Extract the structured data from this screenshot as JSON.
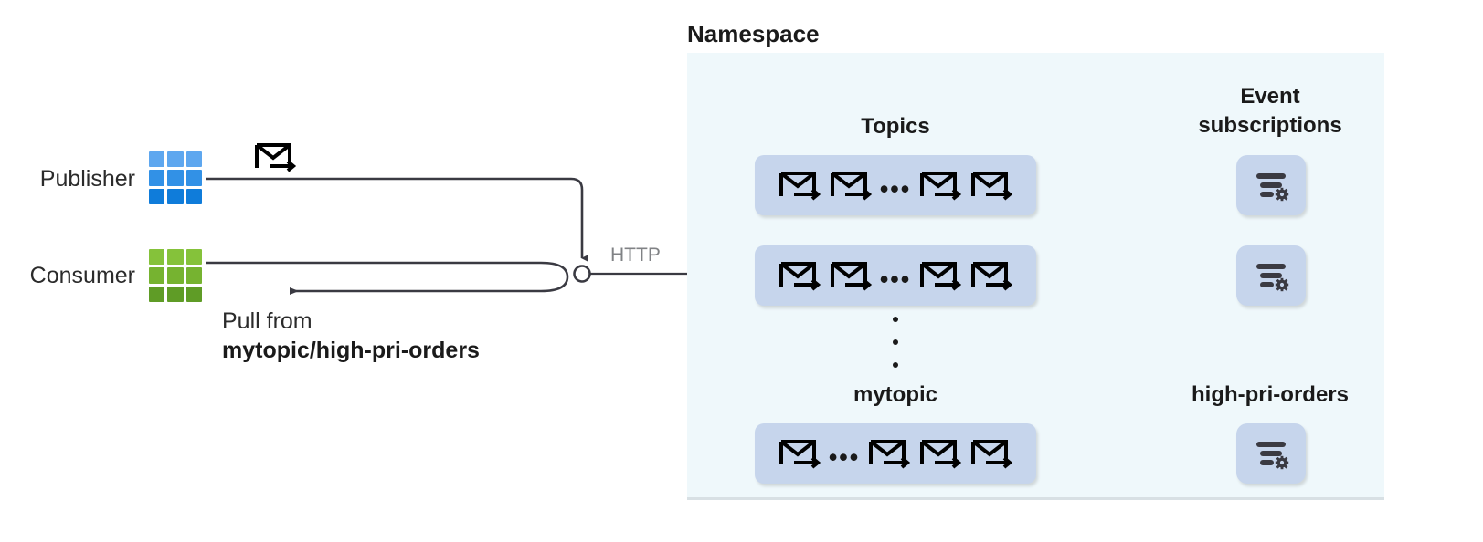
{
  "left_panel": {
    "publisher": {
      "label": "Publisher",
      "icon": "grid-blue-icon",
      "color": "#0f7cda"
    },
    "consumer": {
      "label": "Consumer",
      "icon": "grid-green-icon",
      "color": "#76b330"
    },
    "publish_envelope_icon": "envelope-arrow-icon",
    "pull_annotation": {
      "line1": "Pull from",
      "line2": "mytopic/high-pri-orders"
    },
    "protocol_label": "HTTP",
    "protocol_label_color": "#808285"
  },
  "namespace": {
    "title": "Namespace",
    "background": "#eff8fb",
    "columns": {
      "topics_header": "Topics",
      "subscriptions_header_line1": "Event",
      "subscriptions_header_line2": "subscriptions",
      "topics_footer": "mytopic",
      "subscriptions_footer": "high-pri-orders"
    },
    "box_color": "#c6d5ec",
    "topics": [
      {
        "name": "topic-row-1",
        "items": [
          "envelope-arrow-icon",
          "envelope-arrow-icon",
          "ellipsis",
          "envelope-arrow-icon",
          "envelope-arrow-icon"
        ]
      },
      {
        "name": "topic-row-2",
        "items": [
          "envelope-arrow-icon",
          "envelope-arrow-icon",
          "ellipsis",
          "envelope-arrow-icon",
          "envelope-arrow-icon"
        ]
      },
      {
        "name": "topic-row-3",
        "items": [
          "envelope-arrow-icon",
          "ellipsis",
          "envelope-arrow-icon",
          "envelope-arrow-icon",
          "envelope-arrow-icon"
        ]
      }
    ],
    "subscriptions": [
      {
        "name": "event-subscription-1",
        "icon": "filter-gear-icon"
      },
      {
        "name": "event-subscription-2",
        "icon": "filter-gear-icon"
      },
      {
        "name": "event-subscription-3",
        "icon": "filter-gear-icon"
      }
    ],
    "vertical_ellipsis": "⋮"
  },
  "ellipsis_glyph": "•••"
}
